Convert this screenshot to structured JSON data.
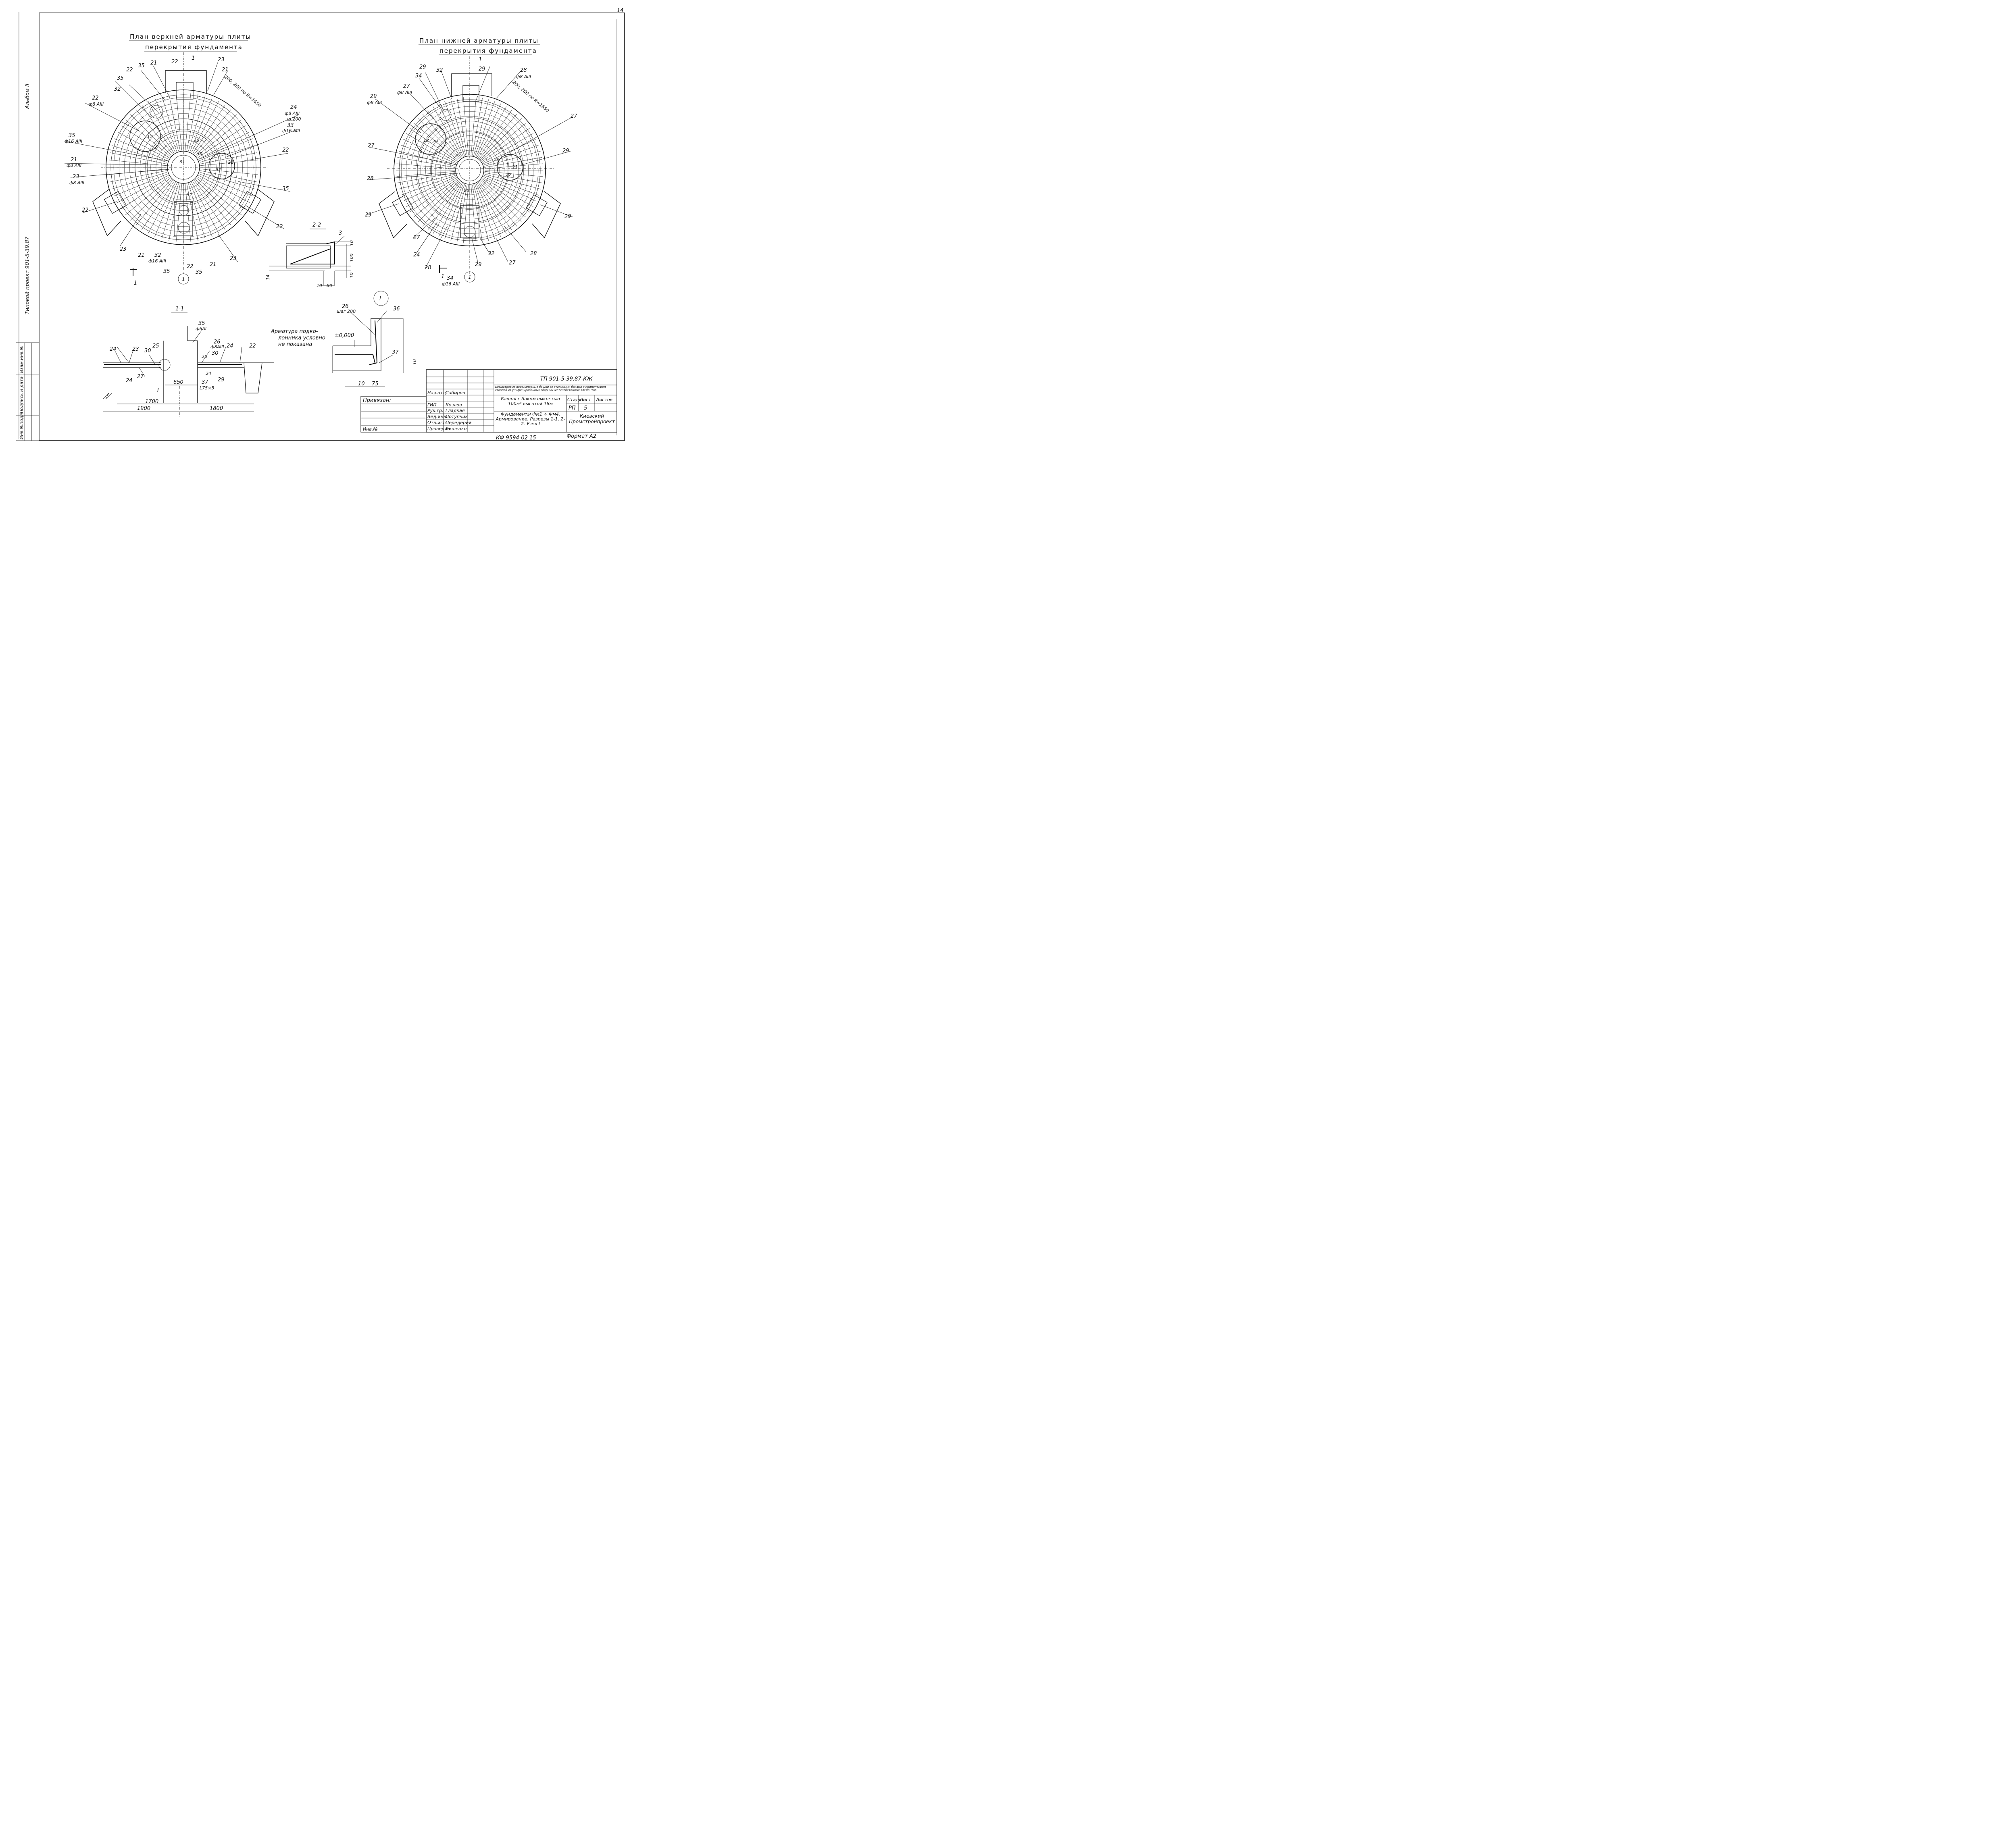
{
  "sheet": {
    "page_number": "14",
    "album": "Альбом II",
    "project": "Типовой проект 901-5-39.87",
    "stamp_side": [
      "Инв.№подл.",
      "Подпись и дата",
      "Взам.инв.№"
    ]
  },
  "plan_top": {
    "title_line1": "План верхней арматуры плиты",
    "title_line2": "перекрытия фундамента",
    "axis": "1",
    "dim_note": "200, 200 по R=1650",
    "section_mark": "1",
    "labels": [
      {
        "id": "22",
        "text": "22"
      },
      {
        "id": "1",
        "text": "1"
      },
      {
        "id": "23a",
        "text": "23"
      },
      {
        "id": "21a",
        "text": "21"
      },
      {
        "id": "35a",
        "text": "35"
      },
      {
        "id": "22b",
        "text": "22"
      },
      {
        "id": "21b",
        "text": "21"
      },
      {
        "id": "35b",
        "text": "35"
      },
      {
        "id": "32a",
        "text": "32"
      },
      {
        "id": "22c",
        "text": "22"
      },
      {
        "id": "22c_d",
        "text": "ф8 АIII"
      },
      {
        "id": "24",
        "text": "24"
      },
      {
        "id": "24_d",
        "text": "ф8 АIII"
      },
      {
        "id": "24_s",
        "text": "ш.200"
      },
      {
        "id": "33",
        "text": "33"
      },
      {
        "id": "33_d",
        "text": "ф16 АIII"
      },
      {
        "id": "35c",
        "text": "35"
      },
      {
        "id": "35c_d",
        "text": "ф16 АIII"
      },
      {
        "id": "21c",
        "text": "21"
      },
      {
        "id": "21c_d",
        "text": "ф8 АIII"
      },
      {
        "id": "23b",
        "text": "23"
      },
      {
        "id": "23b_d",
        "text": "ф8 АIII"
      },
      {
        "id": "22d",
        "text": "22"
      },
      {
        "id": "35d",
        "text": "35"
      },
      {
        "id": "22e",
        "text": "22"
      },
      {
        "id": "22f",
        "text": "22"
      },
      {
        "id": "23c",
        "text": "23"
      },
      {
        "id": "23d",
        "text": "23"
      },
      {
        "id": "21d",
        "text": "21"
      },
      {
        "id": "32b",
        "text": "32"
      },
      {
        "id": "32b_d",
        "text": "ф16 АIII"
      },
      {
        "id": "35e",
        "text": "35"
      },
      {
        "id": "22g",
        "text": "22"
      },
      {
        "id": "35f",
        "text": "35"
      },
      {
        "id": "21e",
        "text": "21"
      },
      {
        "id": "25",
        "text": "25"
      },
      {
        "id": "30",
        "text": "30"
      },
      {
        "id": "31a",
        "text": "31"
      },
      {
        "id": "31b",
        "text": "31"
      },
      {
        "id": "31c",
        "text": "31"
      },
      {
        "id": "12",
        "text": "12"
      },
      {
        "id": "21f",
        "text": "21"
      }
    ]
  },
  "plan_bottom": {
    "title_line1": "План нижней арматуры плиты",
    "title_line2": "перекрытия фундамента",
    "axis": "1",
    "dim_note": "200, 200 по R=1650",
    "section_mark": "1",
    "labels": [
      {
        "id": "29a",
        "text": "29"
      },
      {
        "id": "34a",
        "text": "34"
      },
      {
        "id": "32a",
        "text": "32"
      },
      {
        "id": "1",
        "text": "1"
      },
      {
        "id": "29b",
        "text": "29"
      },
      {
        "id": "28a",
        "text": "28"
      },
      {
        "id": "28a_d",
        "text": "ф8 АIII"
      },
      {
        "id": "27a",
        "text": "27"
      },
      {
        "id": "27a_d",
        "text": "ф8 АIII"
      },
      {
        "id": "29c",
        "text": "29"
      },
      {
        "id": "29c_d",
        "text": "ф8 АIII"
      },
      {
        "id": "27b",
        "text": "27"
      },
      {
        "id": "27c",
        "text": "27"
      },
      {
        "id": "29d",
        "text": "29"
      },
      {
        "id": "28b",
        "text": "28"
      },
      {
        "id": "29e",
        "text": "29"
      },
      {
        "id": "29f",
        "text": "29"
      },
      {
        "id": "27d",
        "text": "27"
      },
      {
        "id": "24",
        "text": "24"
      },
      {
        "id": "28c",
        "text": "28"
      },
      {
        "id": "34b",
        "text": "34"
      },
      {
        "id": "34b_d",
        "text": "ф16 АIII"
      },
      {
        "id": "32b",
        "text": "32"
      },
      {
        "id": "29g",
        "text": "29"
      },
      {
        "id": "27e",
        "text": "27"
      },
      {
        "id": "28d",
        "text": "28"
      },
      {
        "id": "29h",
        "text": "29"
      },
      {
        "id": "22",
        "text": "22"
      },
      {
        "id": "29i",
        "text": "29"
      },
      {
        "id": "21",
        "text": "21"
      },
      {
        "id": "12",
        "text": "12"
      },
      {
        "id": "28e",
        "text": "28"
      }
    ]
  },
  "section_22": {
    "title": "2-2",
    "labels": {
      "bar": "3",
      "d_top": "10",
      "h": "100",
      "d_bot": "10",
      "left": "14",
      "w1": "10",
      "w2": "80"
    }
  },
  "section_11": {
    "title": "1-1",
    "labels": {
      "b35": "35",
      "b35_d": "ф6АI",
      "b26": "26",
      "b26_d": "ф8АIII",
      "b25a": "25",
      "b25b": "25",
      "b24a": "24",
      "b24b": "24",
      "b24c": "24",
      "b24d": "24",
      "b23": "23",
      "b30a": "30",
      "b30b": "30",
      "b27": "27",
      "b29": "29",
      "b37": "37",
      "angle": "L75×5",
      "b22": "22",
      "node": "I",
      "d650": "650",
      "d1700": "1700",
      "d1900": "1900",
      "d1800": "1800"
    },
    "note_line1": "Арматура подко-",
    "note_line2": "лонника условно",
    "note_line3": "не показана"
  },
  "node_I": {
    "mark": "I",
    "labels": {
      "b26": "26",
      "b26_s": "шаг 200",
      "b36": "36",
      "b37": "37",
      "level": "±0,000",
      "d10a": "10",
      "d10b": "10",
      "d75": "75"
    }
  },
  "title_block": {
    "code": "ТП 901-5-39.87-КЖ",
    "description": "Бесшатровые водонапорные башни со стальными баками с применением стволов из унифицированных сборных железобетонных элементов",
    "bound_label": "Привязан:",
    "inv_label": "Инв.№",
    "object": "Башня с баком емкостью 100м³ высотой 18м",
    "sheet_title": "Фундаменты Фм1 ÷ Фм4. Армирование. Разрезы 1-1, 2-2. Узел I",
    "stage_label": "Стадия",
    "sheet_label": "Лист",
    "sheets_label": "Листов",
    "stage": "РП",
    "sheet": "5",
    "org": "Киевский Промстройпроект",
    "roles": [
      {
        "role": "Нач.отд.",
        "name": "Сабиров"
      },
      {
        "role": "ГИП",
        "name": "Козлов"
      },
      {
        "role": "Рук.гр.",
        "name": "Гладкая"
      },
      {
        "role": "Вед.инж.",
        "name": "Потупчик"
      },
      {
        "role": "Отв.исп.",
        "name": "Передерий"
      },
      {
        "role": "Проверил",
        "name": "Кишенко"
      }
    ],
    "footer_code": "КФ 9594-02 15",
    "format": "Формат А2"
  }
}
